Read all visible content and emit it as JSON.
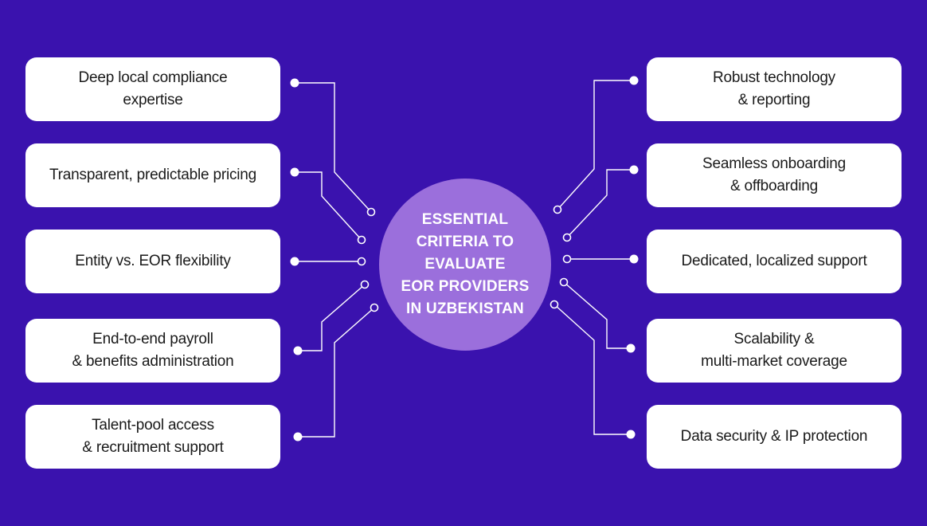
{
  "hub": {
    "title": "ESSENTIAL\nCRITERIA TO\nEVALUATE\nEOR PROVIDERS\nIN UZBEKISTAN"
  },
  "left_items": [
    {
      "label": "Deep local compliance\nexpertise"
    },
    {
      "label": "Transparent, predictable pricing"
    },
    {
      "label": "Entity vs. EOR flexibility"
    },
    {
      "label": "End-to-end payroll\n& benefits administration"
    },
    {
      "label": "Talent-pool access\n& recruitment support"
    }
  ],
  "right_items": [
    {
      "label": "Robust technology\n& reporting"
    },
    {
      "label": "Seamless onboarding\n& offboarding"
    },
    {
      "label": "Dedicated, localized support"
    },
    {
      "label": "Scalability  &\nmulti-market coverage"
    },
    {
      "label": "Data security & IP protection"
    }
  ],
  "colors": {
    "background": "#3a12ae",
    "card": "#ffffff",
    "hub": "#9b6fdc",
    "connector": "#ffffff"
  }
}
